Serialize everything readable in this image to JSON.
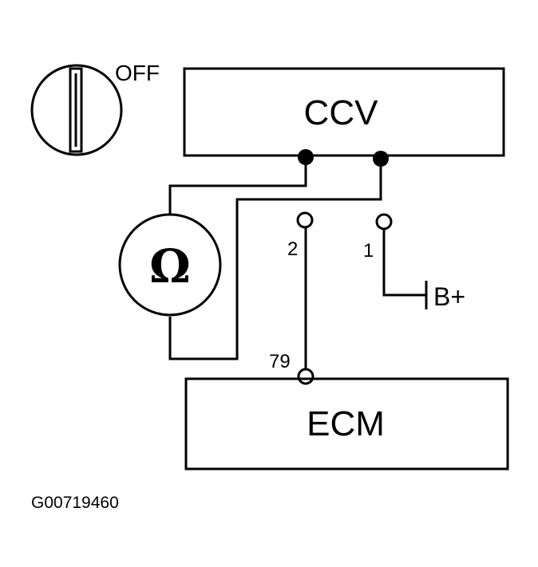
{
  "ignition": {
    "state_label": "OFF",
    "icon": "ignition-switch-icon"
  },
  "ccv": {
    "label": "CCV"
  },
  "ecm": {
    "label": "ECM"
  },
  "ohmmeter": {
    "symbol": "Ω",
    "icon": "ohmmeter-icon"
  },
  "connector": {
    "pin_2_label": "2",
    "pin_1_label": "1"
  },
  "ecm_pin": {
    "label": "79"
  },
  "power": {
    "label": "B+"
  },
  "figure_code": "G00719460",
  "colors": {
    "line": "#000000",
    "background": "#ffffff"
  }
}
